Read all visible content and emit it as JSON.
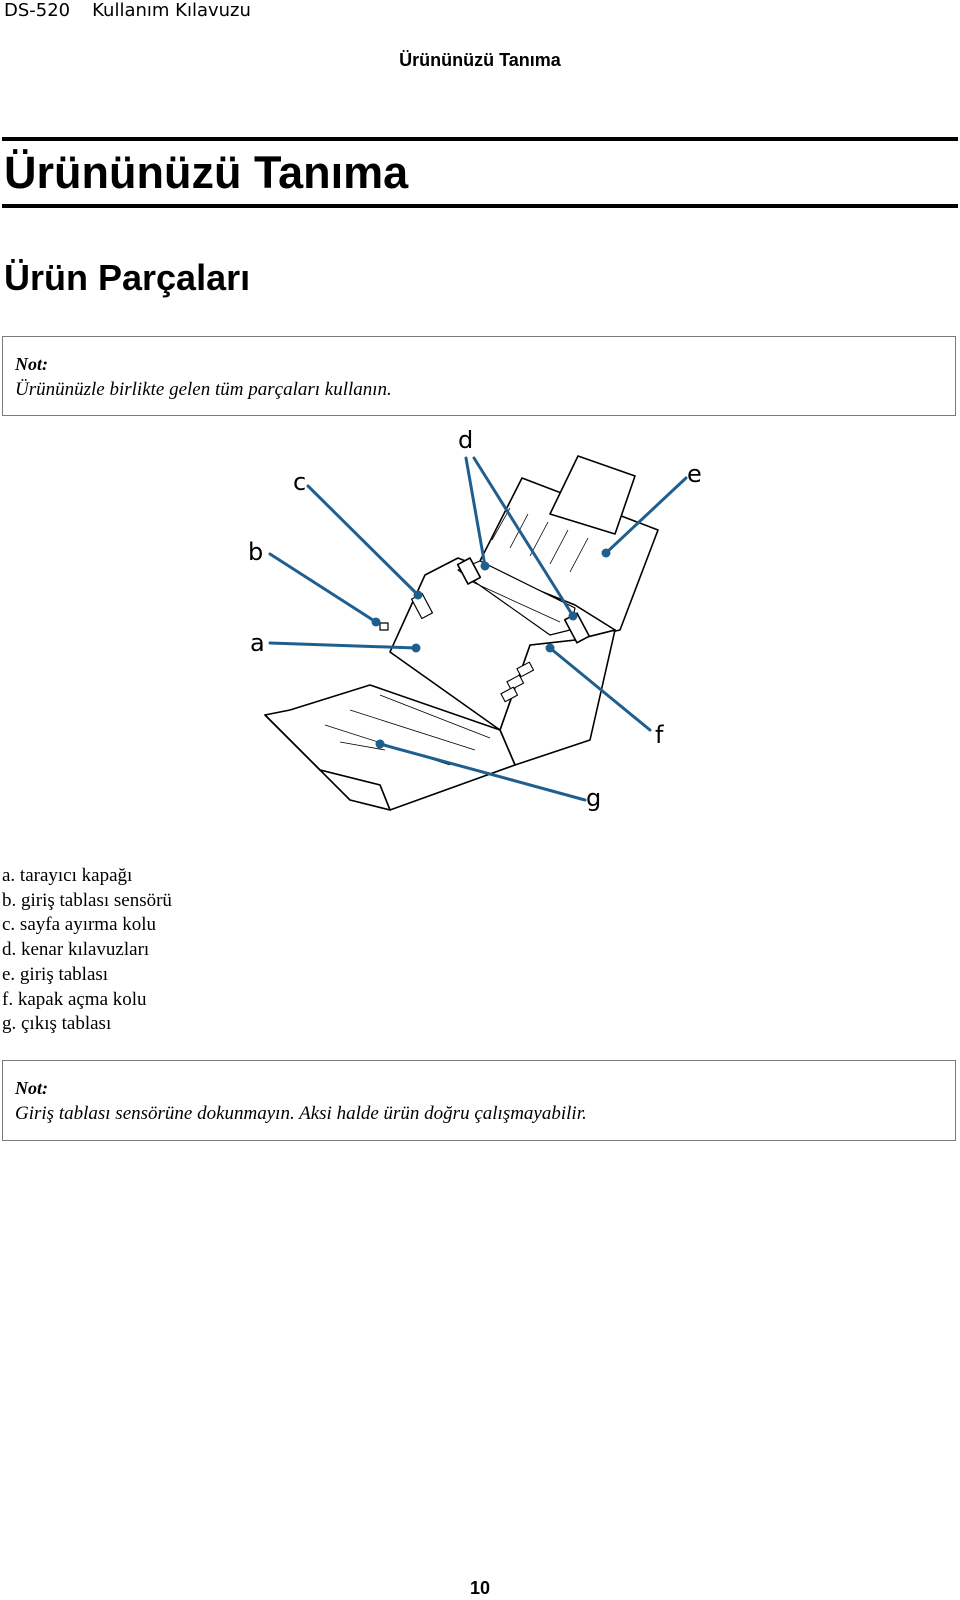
{
  "header": {
    "model": "DS-520",
    "manual": "Kullanım Kılavuzu",
    "running_title": "Ürününüzü Tanıma"
  },
  "chapter_title": "Ürününüzü Tanıma",
  "section_title": "Ürün Parçaları",
  "note1": {
    "label": "Not:",
    "text": "Ürününüzle birlikte gelen tüm parçaları kullanın."
  },
  "diagram": {
    "callouts": [
      "a",
      "b",
      "c",
      "d",
      "e",
      "f",
      "g"
    ],
    "leader_color": "#1f5f8f"
  },
  "parts": [
    "a. tarayıcı kapağı",
    "b. giriş tablası sensörü",
    "c. sayfa ayırma kolu",
    "d. kenar kılavuzları",
    "e. giriş tablası",
    "f. kapak açma kolu",
    "g. çıkış tablası"
  ],
  "note2": {
    "label": "Not:",
    "text": "Giriş tablası sensörüne dokunmayın. Aksi halde ürün doğru çalışmayabilir."
  },
  "page_number": "10"
}
